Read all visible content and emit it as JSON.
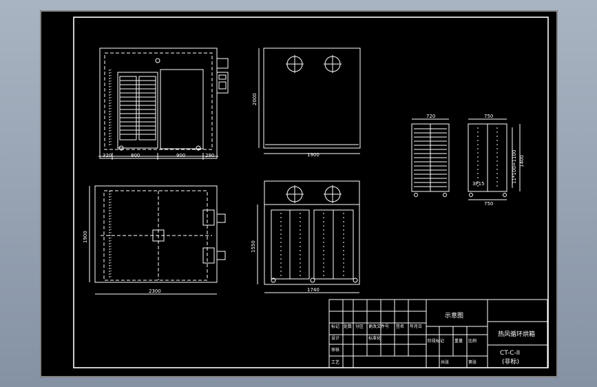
{
  "dimensions": {
    "front_left": "320",
    "front_mid1": "800",
    "front_mid2": "900",
    "front_right": "290",
    "front_height": "2000",
    "side_width": "1900",
    "plan_width": "2300",
    "plan_depth": "1900",
    "section_height": "1550",
    "section_width": "1740",
    "trolley_width": "720",
    "rack_width_top": "750",
    "rack_width_bottom": "750",
    "rack_total_height": "1400",
    "rack_pitch": "11*100=1100",
    "rack_casters": "3P15"
  },
  "title_block": {
    "drawing_name": "示意图",
    "product_name": "热风循环烘箱",
    "drawing_number": "CT-C-II",
    "standard": "(非标)",
    "row_labels": [
      "标记",
      "处数",
      "设计",
      "审核",
      "工艺"
    ],
    "small_labels": [
      "分区",
      "更改文件号",
      "签名",
      "年月日",
      "标准化",
      "阶段标记",
      "重量",
      "比例",
      "共张",
      "第张"
    ]
  }
}
